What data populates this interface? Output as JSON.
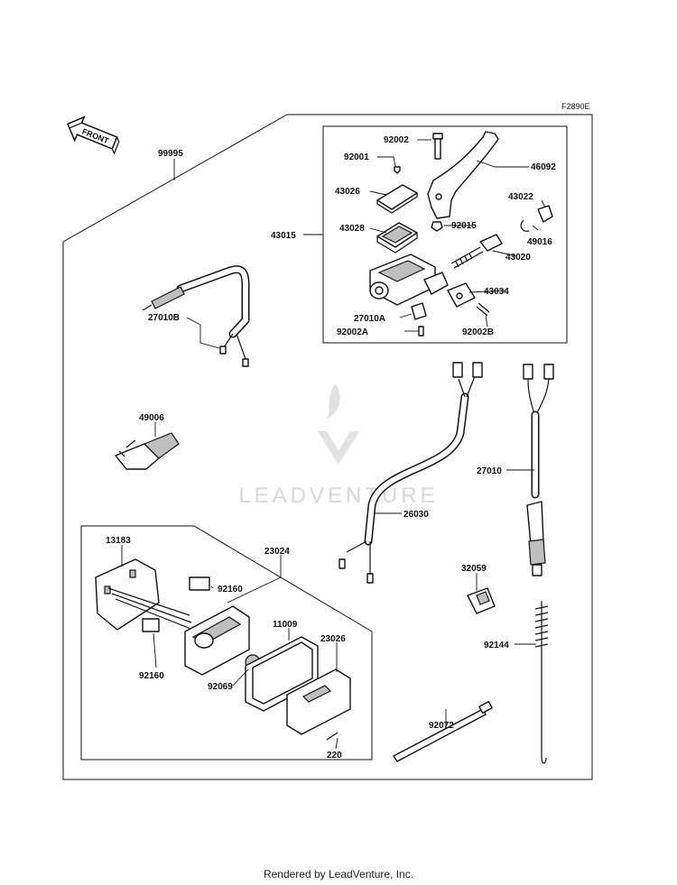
{
  "figure_code": "F2890E",
  "front_label": "FRONT",
  "watermark": "LEADVENTURE",
  "footer": "Rendered by LeadVenture, Inc.",
  "parts": {
    "p99995": "99995",
    "p43015": "43015",
    "p92002": "92002",
    "p92001": "92001",
    "p46092": "46092",
    "p43026": "43026",
    "p43022": "43022",
    "p92015": "92015",
    "p43028": "43028",
    "p49016": "49016",
    "p43020": "43020",
    "p43034": "43034",
    "p27010A": "27010A",
    "p92002A": "92002A",
    "p92002B": "92002B",
    "p27010B": "27010B",
    "p49006": "49006",
    "p27010": "27010",
    "p26030": "26030",
    "p13183": "13183",
    "p23024": "23024",
    "p92160a": "92160",
    "p92160b": "92160",
    "p11009": "11009",
    "p23026": "23026",
    "p92069": "92069",
    "p32059": "32059",
    "p92144": "92144",
    "p92072": "92072",
    "p220": "220"
  }
}
